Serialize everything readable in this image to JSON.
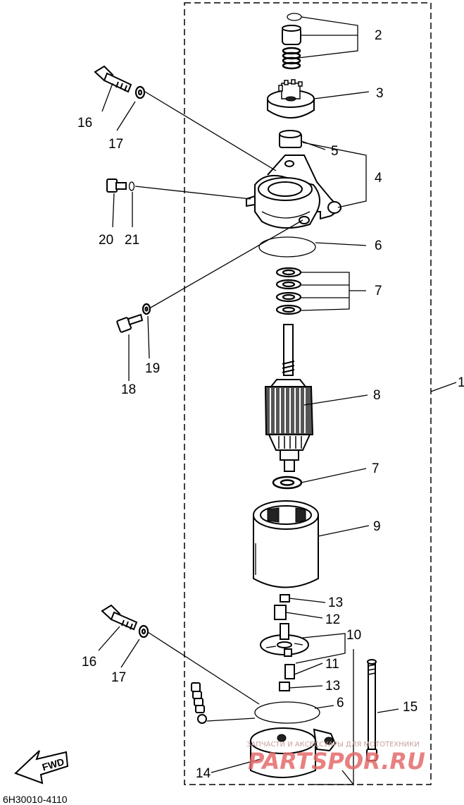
{
  "labels": {
    "p1": "1",
    "p2": "2",
    "p3": "3",
    "p4": "4",
    "p5": "5",
    "p6a": "6",
    "p6b": "6",
    "p7a": "7",
    "p7b": "7",
    "p8": "8",
    "p9": "9",
    "p10": "10",
    "p11": "11",
    "p12": "12",
    "p13a": "13",
    "p13b": "13",
    "p14": "14",
    "p15": "15",
    "p16a": "16",
    "p16b": "16",
    "p17a": "17",
    "p17b": "17",
    "p18": "18",
    "p19": "19",
    "p20": "20",
    "p21": "21"
  },
  "fwd": "FWD",
  "code": "6H30010-4110",
  "watermark": {
    "small": "ЗАПЧАСТИ И АКСЕССУАРЫ ДЛЯ МОТОТЕХНИКИ",
    "big": "PARTSPOR.RU"
  }
}
